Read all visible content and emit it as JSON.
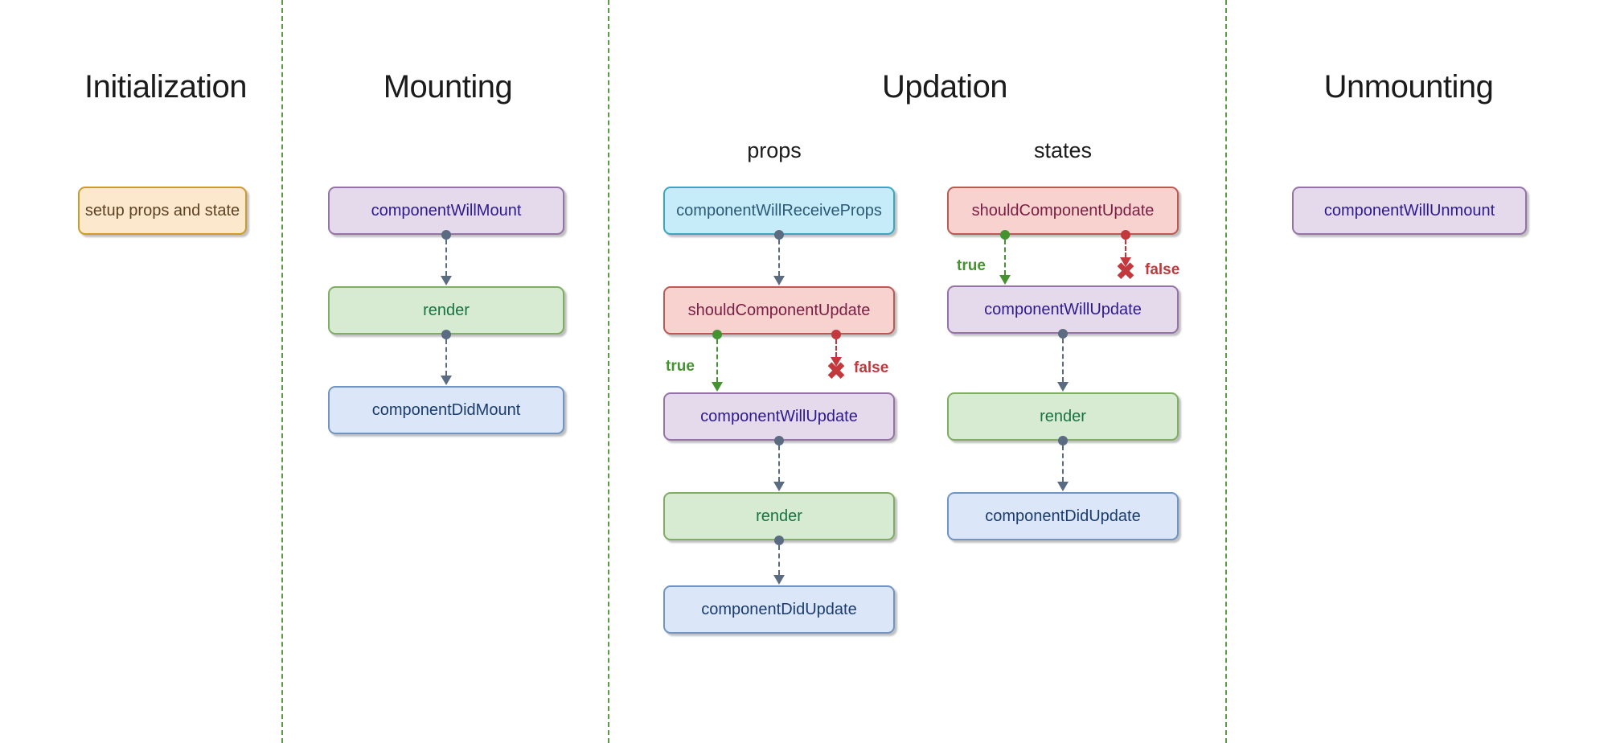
{
  "sections": {
    "initialization": {
      "title": "Initialization",
      "boxes": [
        {
          "label": "setup props and state",
          "variant": "orange"
        }
      ]
    },
    "mounting": {
      "title": "Mounting",
      "boxes": [
        {
          "label": "componentWillMount",
          "variant": "purple"
        },
        {
          "label": "render",
          "variant": "green"
        },
        {
          "label": "componentDidMount",
          "variant": "blue"
        }
      ]
    },
    "updation": {
      "title": "Updation",
      "props_column": {
        "subtitle": "props",
        "boxes": [
          {
            "label": "componentWillReceiveProps",
            "variant": "cyan"
          },
          {
            "label": "shouldComponentUpdate",
            "variant": "red"
          },
          {
            "label": "componentWillUpdate",
            "variant": "purple"
          },
          {
            "label": "render",
            "variant": "green"
          },
          {
            "label": "componentDidUpdate",
            "variant": "blue"
          }
        ],
        "branch": {
          "true_label": "true",
          "false_label": "false"
        }
      },
      "states_column": {
        "subtitle": "states",
        "boxes": [
          {
            "label": "shouldComponentUpdate",
            "variant": "red"
          },
          {
            "label": "componentWillUpdate",
            "variant": "purple"
          },
          {
            "label": "render",
            "variant": "green"
          },
          {
            "label": "componentDidUpdate",
            "variant": "blue"
          }
        ],
        "branch": {
          "true_label": "true",
          "false_label": "false"
        }
      }
    },
    "unmounting": {
      "title": "Unmounting",
      "boxes": [
        {
          "label": "componentWillUnmount",
          "variant": "purple"
        }
      ]
    }
  },
  "icons": {
    "false_cross": "✖"
  },
  "palette": {
    "divider_green": "#5c9b46",
    "arrow_slate": "#5b6b82",
    "true_green": "#45932e",
    "false_red": "#c2383d",
    "box_orange_fill": "#fbe8cd",
    "box_orange_stroke": "#cf9b27",
    "box_orange_text": "#5d4324",
    "box_purple_fill": "#e5d9ec",
    "box_purple_stroke": "#9673a6",
    "box_purple_text": "#2e1a8e",
    "box_green_fill": "#d7ead2",
    "box_green_stroke": "#7fae62",
    "box_green_text": "#187341",
    "box_blue_fill": "#dbe7f9",
    "box_blue_stroke": "#7094c4",
    "box_blue_text": "#1a3c6e",
    "box_cyan_fill": "#c6ebf9",
    "box_cyan_stroke": "#3aa6c4",
    "box_cyan_text": "#2d5a78",
    "box_red_fill": "#f7d2cf",
    "box_red_stroke": "#bb5a52",
    "box_red_text": "#7c1d45"
  }
}
